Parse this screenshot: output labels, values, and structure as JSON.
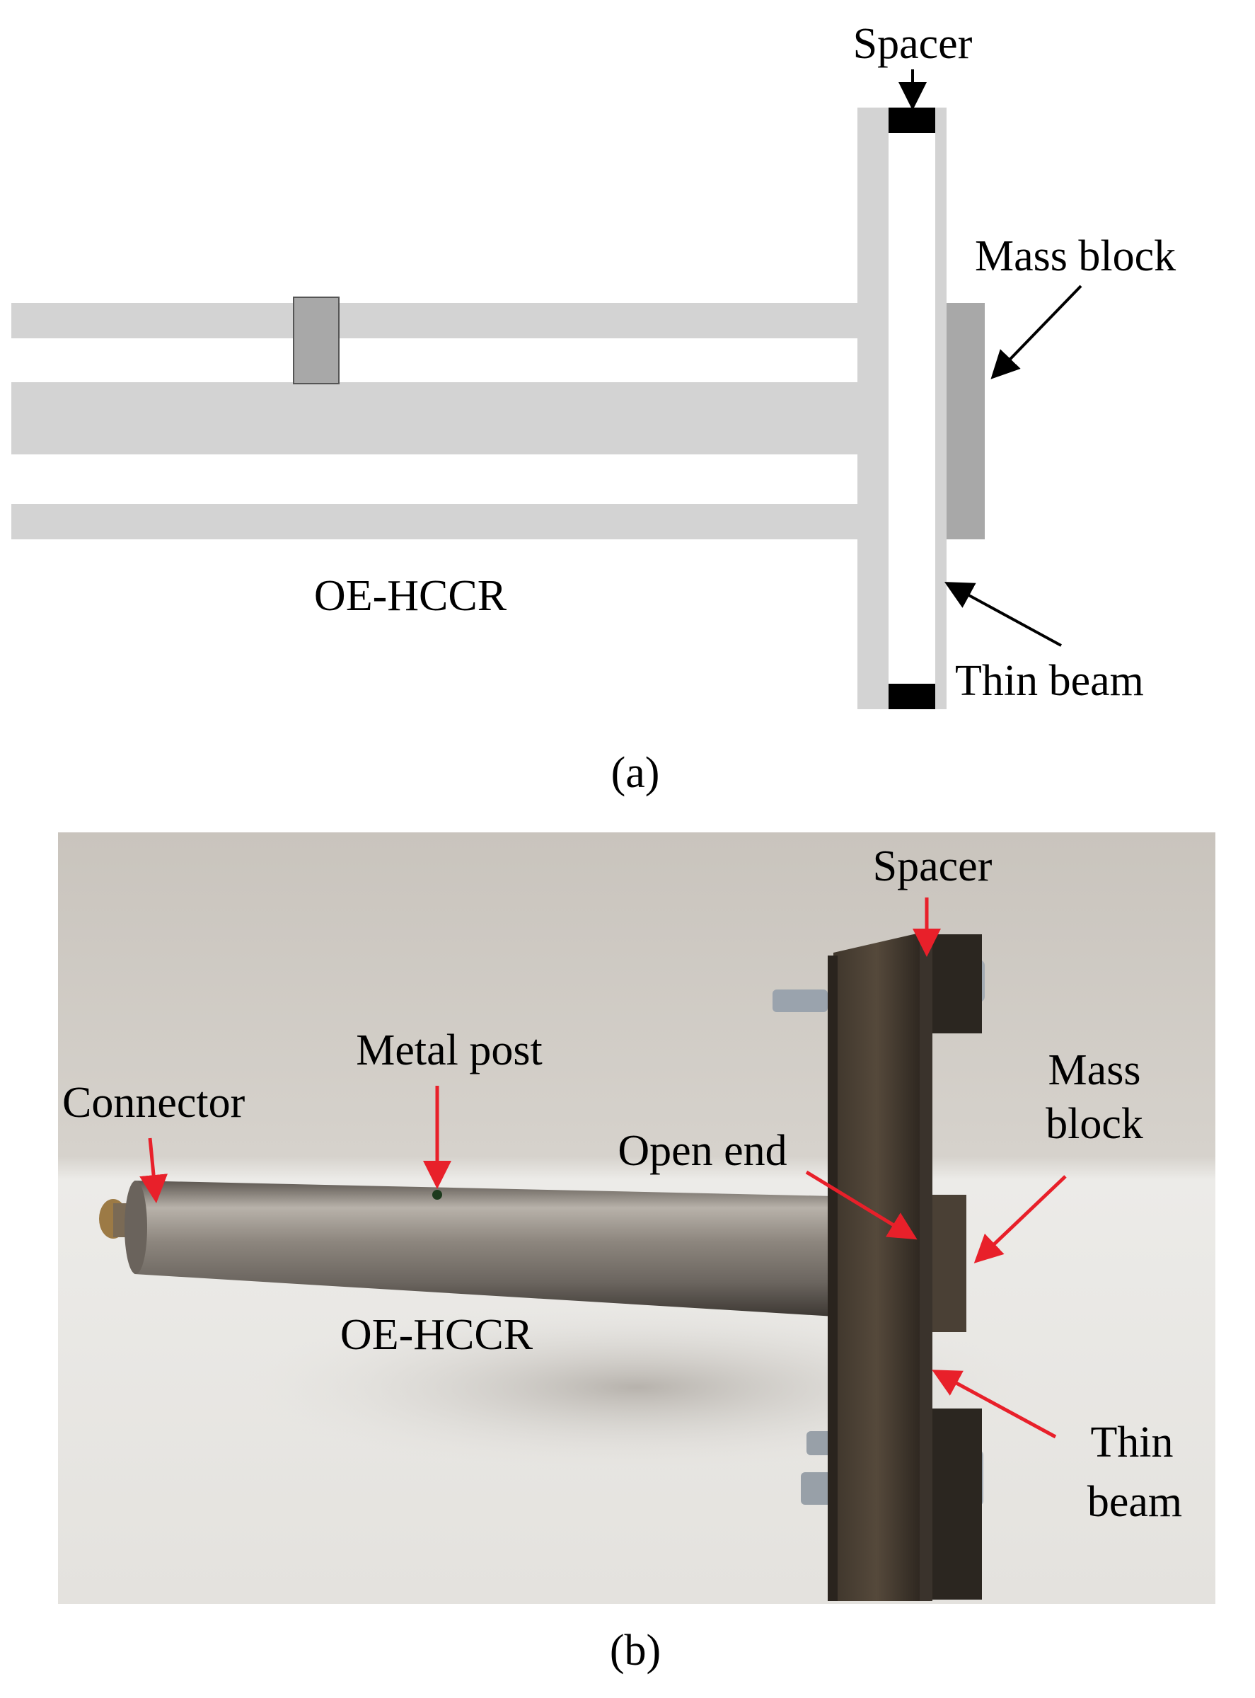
{
  "panel_a": {
    "labels": {
      "spacer": "Spacer",
      "mass_block": "Mass block",
      "oe_hccr": "OE-HCCR",
      "thin_beam": "Thin beam"
    },
    "caption": "(a)"
  },
  "panel_b": {
    "labels": {
      "spacer": "Spacer",
      "metal_post": "Metal post",
      "connector": "Connector",
      "mass_line1": "Mass",
      "mass_line2": "block",
      "open_end": "Open end",
      "oe_hccr": "OE-HCCR",
      "thin_line1": "Thin",
      "thin_line2": "beam"
    },
    "caption": "(b)"
  },
  "colors": {
    "light_gray": "#d3d3d3",
    "mid_gray": "#a8a8a8",
    "black": "#000000",
    "red": "#e8202a"
  }
}
